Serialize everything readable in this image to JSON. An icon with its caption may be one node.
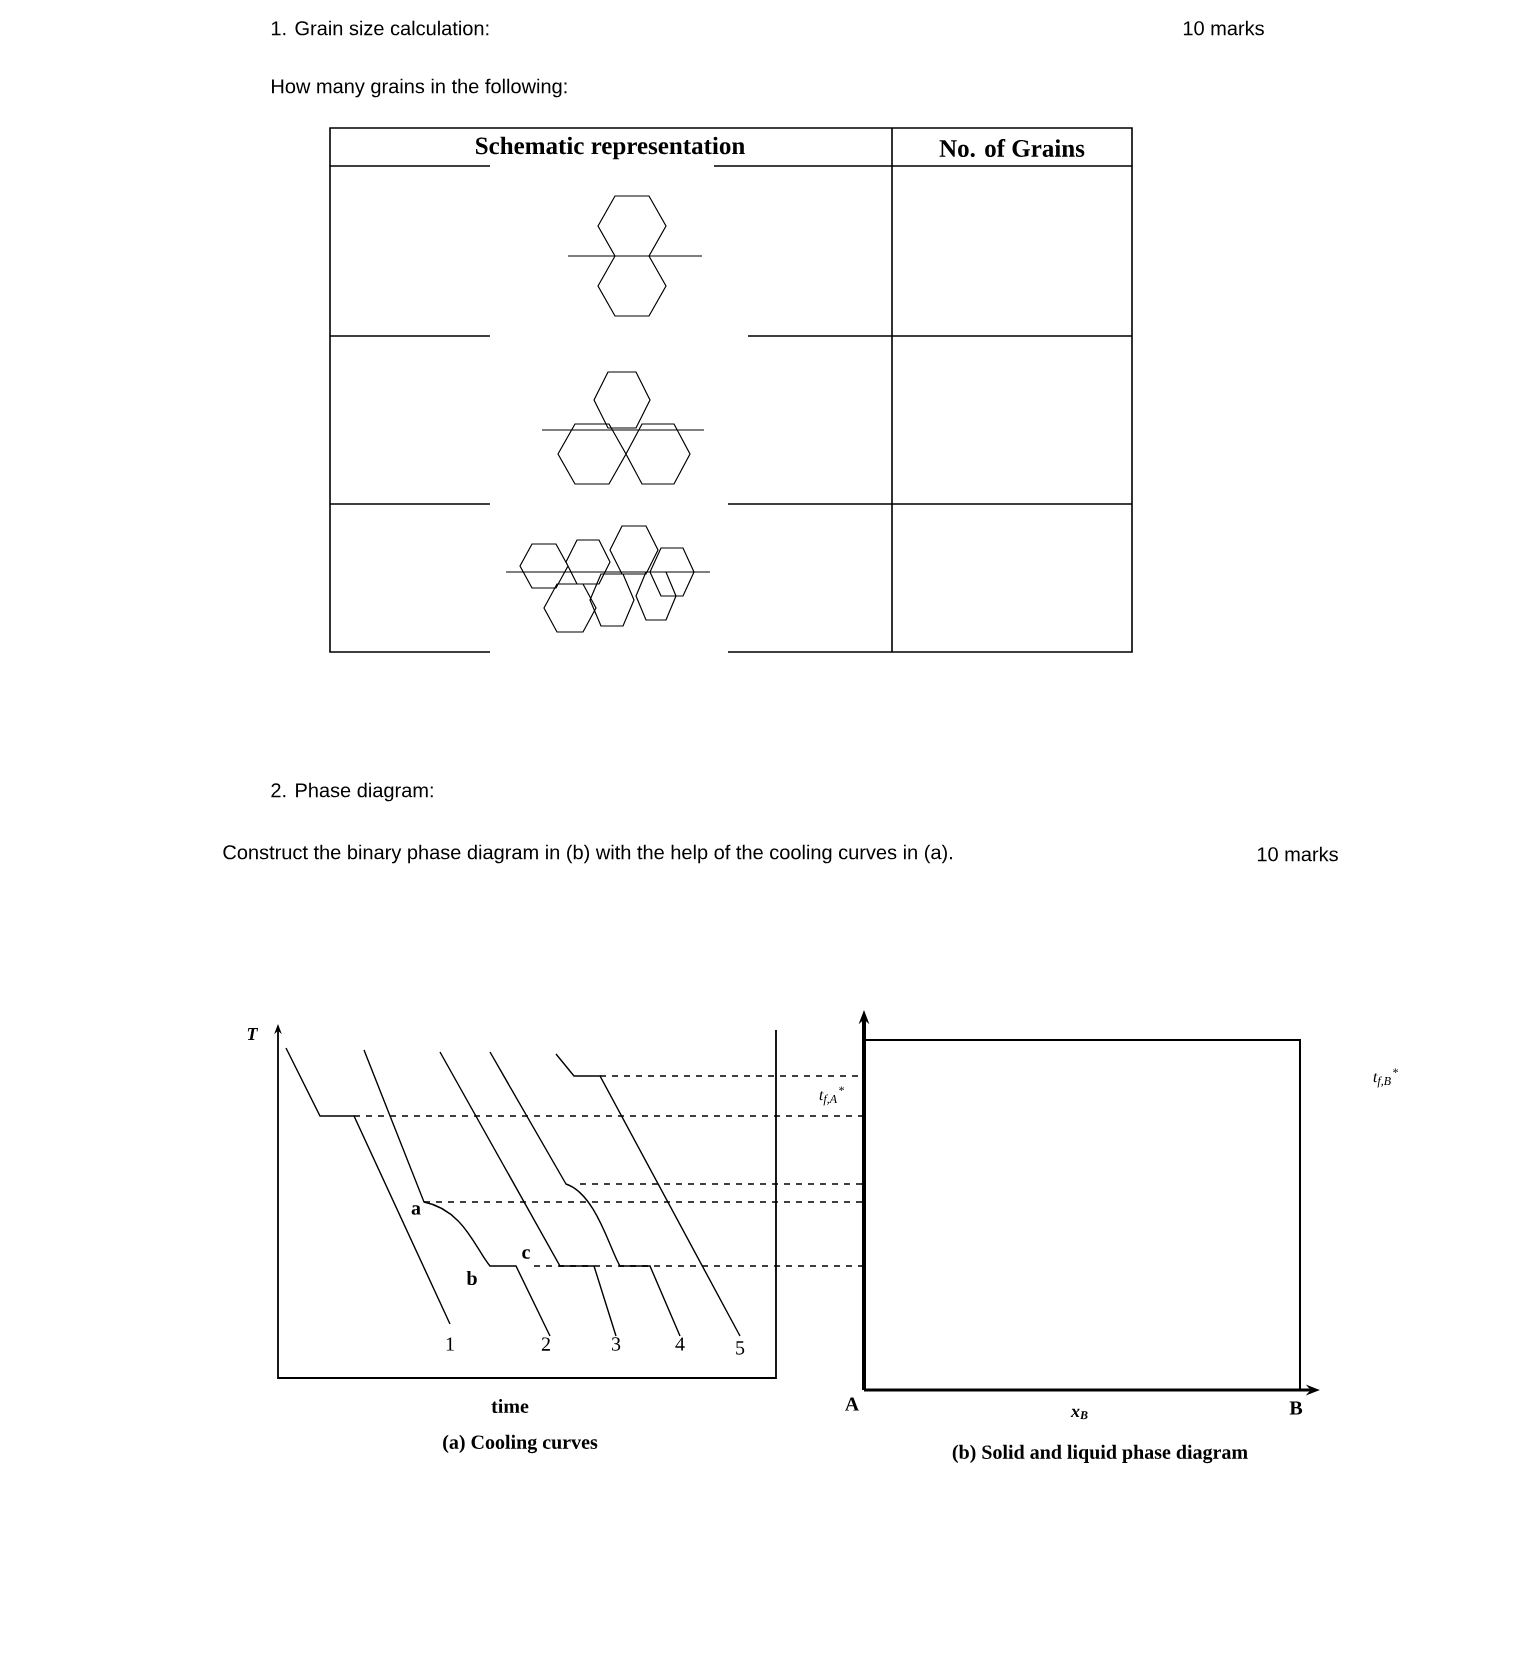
{
  "diagram": {
    "labels": [
      "1. Grain size calculation:",
      "10 marks",
      "How many grains in the following:",
      "Schematic representation",
      "No. of Grains",
      "2. Phase diagram:",
      "Construct the binary phase diagram in (b) with the help of the cooling curves in (a).",
      "10 marks",
      "T",
      "a",
      "c",
      "b",
      "1",
      "2",
      "3",
      "4",
      "5",
      "time",
      "(a) Cooling curves",
      "t$_{f,A}$$^{*}$",
      "t$_{f,B}$$^{*}$",
      "A",
      "B",
      "x$_{B}$",
      "(b) Solid and liquid phase diagram"
    ]
  }
}
